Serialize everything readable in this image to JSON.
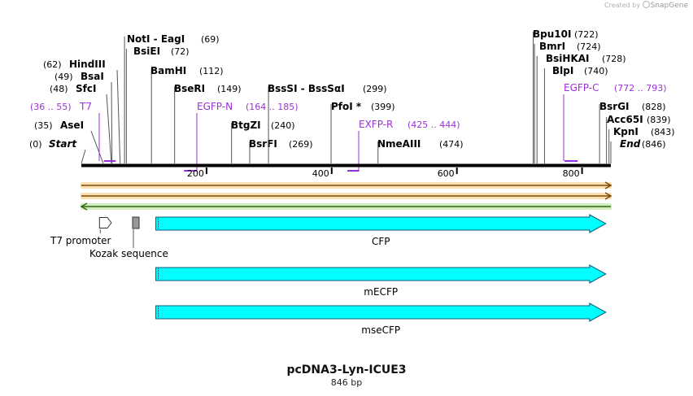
{
  "watermark": {
    "created_by": "Created by",
    "brand": "SnapGene"
  },
  "plasmid": {
    "name": "pcDNA3-Lyn-ICUE3",
    "length_label": "846 bp",
    "length": 846
  },
  "sites": [
    {
      "name": "Start",
      "pos_label": "(0)",
      "pos": 0,
      "side": "right",
      "italic": true
    },
    {
      "name": "AseI",
      "pos_label": "(35)",
      "pos": 35,
      "side": "right"
    },
    {
      "name": "SfcI",
      "pos_label": "(48)",
      "pos": 48,
      "side": "right"
    },
    {
      "name": "BsaI",
      "pos_label": "(49)",
      "pos": 49,
      "side": "right"
    },
    {
      "name": "HindIII",
      "pos_label": "(62)",
      "pos": 62,
      "side": "right"
    },
    {
      "name": "NotI - EagI",
      "pos_label": "(69)",
      "pos": 69,
      "side": "left"
    },
    {
      "name": "BsiEI",
      "pos_label": "(72)",
      "pos": 72,
      "side": "left"
    },
    {
      "name": "BamHI",
      "pos_label": "(112)",
      "pos": 112,
      "side": "left"
    },
    {
      "name": "BseRI",
      "pos_label": "(149)",
      "pos": 149,
      "side": "left"
    },
    {
      "name": "BtgZI",
      "pos_label": "(240)",
      "pos": 240,
      "side": "left"
    },
    {
      "name": "BsrFI",
      "pos_label": "(269)",
      "pos": 269,
      "side": "left"
    },
    {
      "name": "BssSI - BssSαI",
      "pos_label": "(299)",
      "pos": 299,
      "side": "left"
    },
    {
      "name": "PfoI *",
      "pos_label": "(399)",
      "pos": 399,
      "side": "left"
    },
    {
      "name": "NmeAIII",
      "pos_label": "(474)",
      "pos": 474,
      "side": "left"
    },
    {
      "name": "Bpu10I",
      "pos_label": "(722)",
      "pos": 722,
      "side": "left"
    },
    {
      "name": "BmrI",
      "pos_label": "(724)",
      "pos": 724,
      "side": "left"
    },
    {
      "name": "BsiHKAI",
      "pos_label": "(728)",
      "pos": 728,
      "side": "left"
    },
    {
      "name": "BlpI",
      "pos_label": "(740)",
      "pos": 740,
      "side": "left"
    },
    {
      "name": "BsrGI",
      "pos_label": "(828)",
      "pos": 828,
      "side": "left"
    },
    {
      "name": "Acc65I",
      "pos_label": "(839)",
      "pos": 839,
      "side": "left"
    },
    {
      "name": "KpnI",
      "pos_label": "(843)",
      "pos": 843,
      "side": "left"
    },
    {
      "name": "End",
      "pos_label": "(846)",
      "pos": 846,
      "side": "left",
      "italic": true
    }
  ],
  "primers": [
    {
      "name": "T7",
      "range_label": "(36 .. 55)",
      "start": 36,
      "end": 55,
      "side": "right"
    },
    {
      "name": "EGFP-N",
      "range_label": "(164 .. 185)",
      "start": 164,
      "end": 185,
      "side": "left"
    },
    {
      "name": "EXFP-R",
      "range_label": "(425 .. 444)",
      "start": 425,
      "end": 444,
      "side": "left"
    },
    {
      "name": "EGFP-C",
      "range_label": "(772 .. 793)",
      "start": 772,
      "end": 793,
      "side": "left"
    }
  ],
  "ruler": {
    "ticks": [
      "200",
      "400",
      "600",
      "800"
    ],
    "values": [
      200,
      400,
      600,
      800
    ]
  },
  "strands": [
    {
      "kind": "orf-forward",
      "color": "#f5a623"
    },
    {
      "kind": "orf-forward",
      "color": "#f5a623"
    },
    {
      "kind": "orf-reverse",
      "color": "#7ac943"
    }
  ],
  "features": [
    {
      "name": "T7 promoter",
      "type": "promoter",
      "start": 29,
      "end": 48,
      "label_side": "left-below"
    },
    {
      "name": "Kozak sequence",
      "type": "misc",
      "start": 78,
      "end": 90,
      "label_side": "center-below"
    },
    {
      "name": "CFP",
      "type": "cds",
      "start": 119,
      "end": 838,
      "color": "#00ffff",
      "row": 0
    },
    {
      "name": "mECFP",
      "type": "cds",
      "start": 119,
      "end": 838,
      "color": "#00ffff",
      "row": 1
    },
    {
      "name": "mseCFP",
      "type": "cds",
      "start": 119,
      "end": 838,
      "color": "#00ffff",
      "row": 2
    }
  ],
  "colors": {
    "primer": "#9b30d9",
    "backbone": "#000000",
    "feature_outline": "#0b5a78"
  }
}
